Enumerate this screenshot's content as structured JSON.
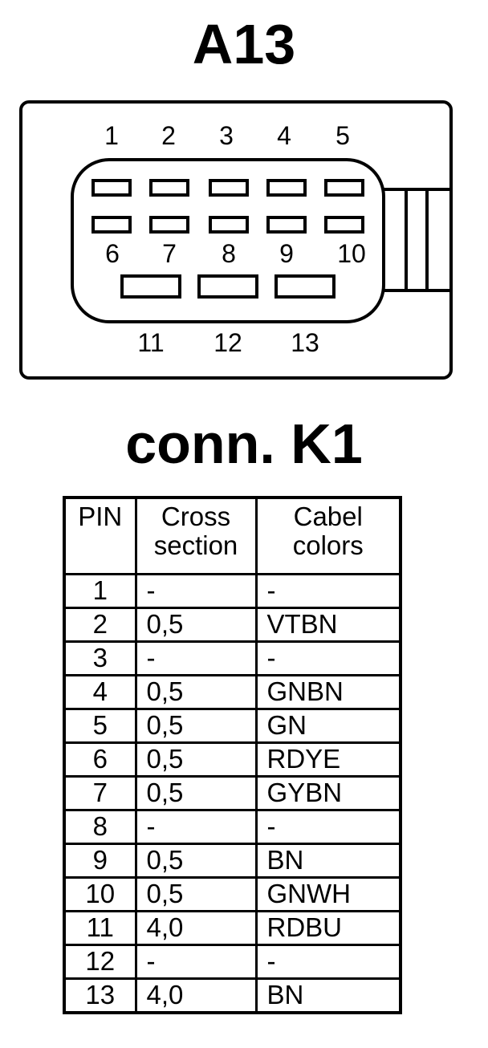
{
  "connector_title": "A13",
  "table_title": "conn. K1",
  "pin_labels": {
    "top_row": [
      "1",
      "2",
      "3",
      "4",
      "5"
    ],
    "middle_row": [
      "6",
      "7",
      "8",
      "9",
      "10"
    ],
    "bottom_row": [
      "11",
      "12",
      "13"
    ]
  },
  "table": {
    "headers": {
      "pin": "PIN",
      "cross_section": "Cross section",
      "cable_colors": "Cabel colors"
    },
    "rows": [
      {
        "pin": "1",
        "cross_section": "-",
        "color": "-"
      },
      {
        "pin": "2",
        "cross_section": "0,5",
        "color": "VTBN"
      },
      {
        "pin": "3",
        "cross_section": "-",
        "color": "-"
      },
      {
        "pin": "4",
        "cross_section": "0,5",
        "color": "GNBN"
      },
      {
        "pin": "5",
        "cross_section": "0,5",
        "color": "GN"
      },
      {
        "pin": "6",
        "cross_section": "0,5",
        "color": "RDYE"
      },
      {
        "pin": "7",
        "cross_section": "0,5",
        "color": "GYBN"
      },
      {
        "pin": "8",
        "cross_section": "-",
        "color": "-"
      },
      {
        "pin": "9",
        "cross_section": "0,5",
        "color": "BN"
      },
      {
        "pin": "10",
        "cross_section": "0,5",
        "color": "GNWH"
      },
      {
        "pin": "11",
        "cross_section": "4,0",
        "color": "RDBU"
      },
      {
        "pin": "12",
        "cross_section": "-",
        "color": "-"
      },
      {
        "pin": "13",
        "cross_section": "4,0",
        "color": "BN"
      }
    ]
  }
}
